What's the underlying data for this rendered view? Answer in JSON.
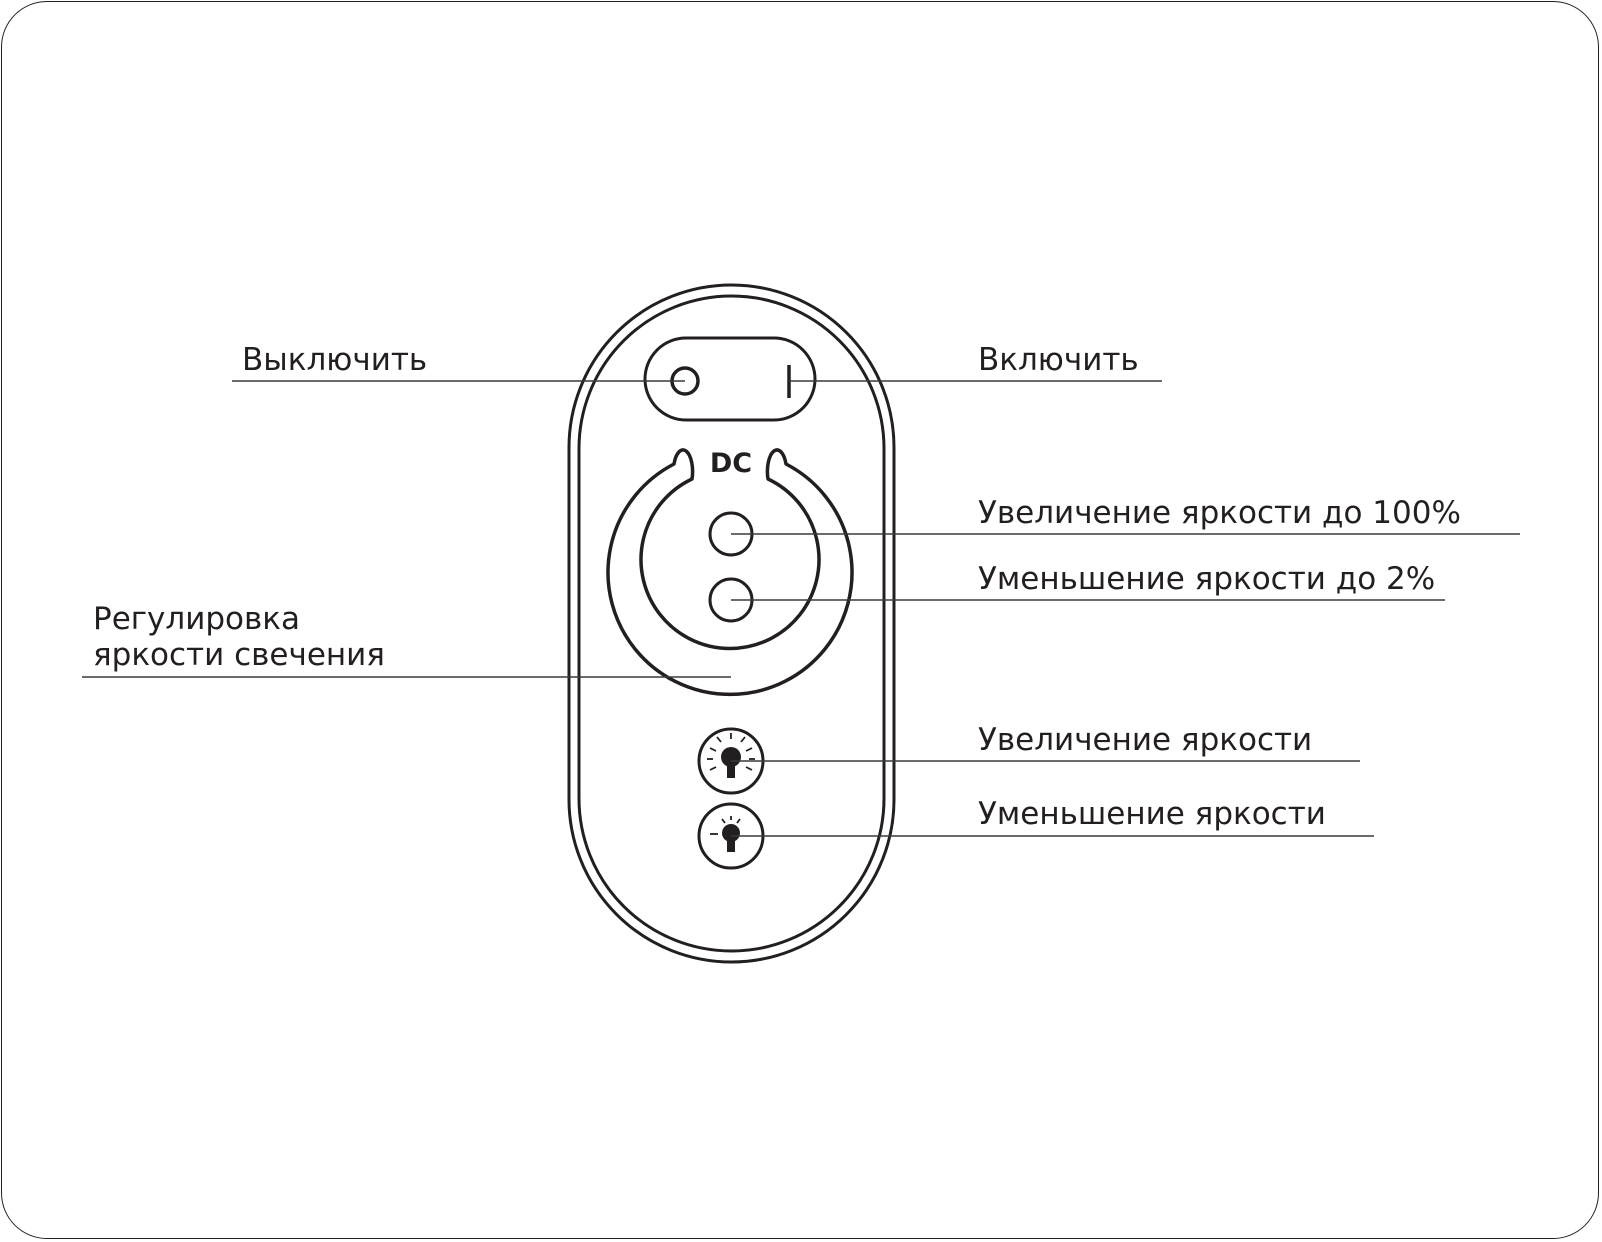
{
  "device": {
    "mode_label": "DC"
  },
  "callouts": {
    "off": "Выключить",
    "on": "Включить",
    "brightness_max": "Увеличение яркости до 100%",
    "brightness_min": "Уменьшение яркости до 2%",
    "ring_line1": "Регулировка",
    "ring_line2": "яркости свечения",
    "brightness_up": "Увеличение яркости",
    "brightness_down": "Уменьшение яркости"
  },
  "colors": {
    "ink": "#231f20",
    "background": "#ffffff"
  },
  "icons": {
    "off": "power-off-icon",
    "on": "power-on-icon",
    "brightness_up": "bulb-bright-icon",
    "brightness_down": "bulb-dim-icon"
  }
}
